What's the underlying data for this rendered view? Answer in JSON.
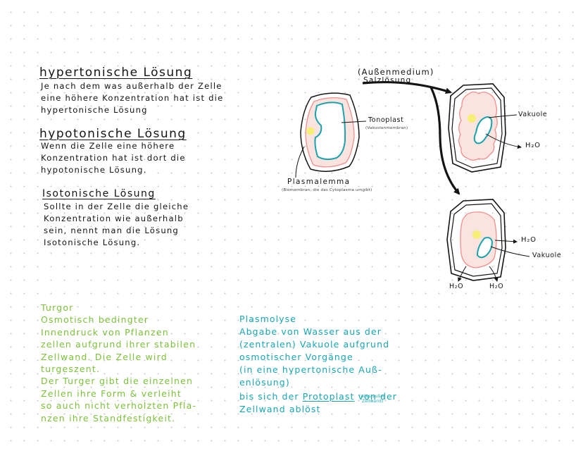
{
  "hypertonic": {
    "title": "hypertonische Lösung",
    "lines": [
      "Je nach dem was außerhalb der Zelle",
      "eine höhere Konzentration hat ist die",
      "hypertonische Lösung"
    ]
  },
  "hypotonic": {
    "title": "hypotonische Lösung",
    "lines": [
      "Wenn die Zelle eine höhere",
      "Konzentration hat ist dort die",
      "hypotonische Lösung."
    ]
  },
  "isotonic": {
    "title": "Isotonische Lösung",
    "lines": [
      "Sollte in der Zelle die gleiche",
      "Konzentration wie außerhalb",
      "sein, nennt man die Lösung",
      "Isotonische Lösung."
    ]
  },
  "turgor": {
    "lines": [
      "Turgor",
      "Osmotisch bedingter",
      "Innendruck von    Pflanzen",
      "zellen aufgrund ihrer stabilen",
      "Zellwand. Die Zelle wird",
      "turgeszent.",
      "Der Turger gibt die einzelnen",
      "Zellen ihre Form & verleiht",
      "so auch nicht verholzten Pfla-",
      "nzen ihre Standfestigkeit."
    ]
  },
  "plasmolyse": {
    "lines": [
      "Plasmolyse",
      "Abgabe von Wasser aus der",
      "(zentralen) Vakuole aufgrund",
      "osmotischer Vorgänge",
      "(in eine hypertonische Auß-",
      "enlösung)"
    ],
    "last_prefix": "bis sich der ",
    "last_link": "Protoplast",
    "last_suffix": " von der",
    "final_line": "Zellwand ablöst",
    "side_note_1": "(alles außer",
    "side_note_2": "Zellwand)"
  },
  "diagram": {
    "outer_medium": "(Außenmedium)",
    "salt_solution": "Salzlösung",
    "tonoplast": "Tonoplast",
    "tonoplast_note": "(Vakuolenmembran)",
    "plasmalemma": "Plasmalemma",
    "plasmalemma_note": "(Biomembran, die das Cytoplasma umgibt)",
    "vakuole_1": "Vakuole",
    "h2o_1": "H₂O",
    "h2o_2": "H₂O",
    "vakuole_2": "Vakuole",
    "h2o_3": "H₂O",
    "h2o_4": "H₂O"
  }
}
